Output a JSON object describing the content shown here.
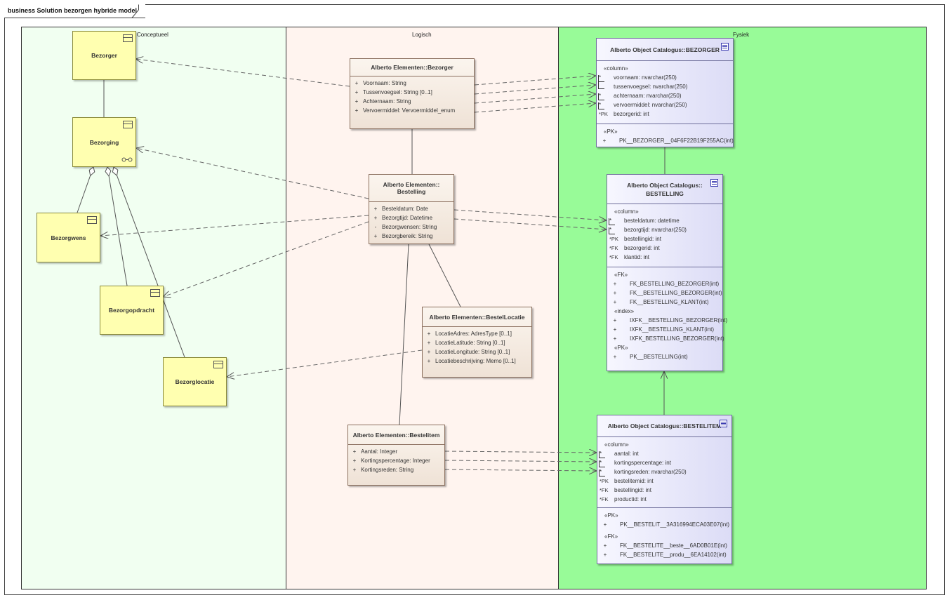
{
  "diagram": {
    "title": "business Solution bezorgen hybride model"
  },
  "lanes": {
    "conceptueel": "Conceptueel",
    "logisch": "Logisch",
    "fysiek": "Fysiek"
  },
  "concepts": {
    "bezorger": "Bezorger",
    "bezorging": "Bezorging",
    "bezorgwens": "Bezorgwens",
    "bezorgopdracht": "Bezorgopdracht",
    "bezorglocatie": "Bezorglocatie"
  },
  "logical": {
    "bezorger": {
      "title": "Alberto Elementen::Bezorger",
      "attributes": [
        {
          "vis": "+",
          "text": "Voornaam: String"
        },
        {
          "vis": "+",
          "text": "Tussenvoegsel: String [0..1]"
        },
        {
          "vis": "+",
          "text": "Achternaam: String"
        },
        {
          "vis": "+",
          "text": "Vervoermiddel: Vervoermiddel_enum"
        }
      ]
    },
    "bestelling": {
      "title_line1": "Alberto Elementen::",
      "title_line2": "Bestelling",
      "attributes": [
        {
          "vis": "+",
          "text": "Besteldatum: Date"
        },
        {
          "vis": "+",
          "text": "Bezorgtijd: Datetime"
        },
        {
          "vis": "-",
          "text": "Bezorgwensen: String"
        },
        {
          "vis": "+",
          "text": "Bezorgbereik: String"
        }
      ]
    },
    "bestellocatie": {
      "title": "Alberto Elementen::BestelLocatie",
      "attributes": [
        {
          "vis": "+",
          "text": "LocatieAdres: AdresType [0..1]"
        },
        {
          "vis": "+",
          "text": "LocatieLatitude: String [0..1]"
        },
        {
          "vis": "+",
          "text": "LocatieLongitude: String [0..1]"
        },
        {
          "vis": "+",
          "text": "Locatiebeschrijving: Memo [0..1]"
        }
      ]
    },
    "bestelitem": {
      "title": "Alberto Elementen::Bestelitem",
      "attributes": [
        {
          "vis": "+",
          "text": "Aantal: Integer"
        },
        {
          "vis": "+",
          "text": "Kortingspercentage: Integer"
        },
        {
          "vis": "+",
          "text": "Kortingsreden: String"
        }
      ]
    }
  },
  "physical": {
    "bezorger": {
      "title": "Alberto Object Catalogus::BEZORGER",
      "column_stereo": "«column»",
      "columns": [
        {
          "pre": "*",
          "text": "voornaam: nvarchar(250)"
        },
        {
          "pre": "",
          "text": "tussenvoegsel: nvarchar(250)"
        },
        {
          "pre": "*",
          "text": "achternaam: nvarchar(250)"
        },
        {
          "pre": "*",
          "text": "vervoermiddel: nvarchar(250)"
        },
        {
          "pre": "*PK",
          "text": "bezorgerid: int"
        }
      ],
      "pk_stereo": "«PK»",
      "pk": [
        {
          "pre": "+",
          "text": "PK__BEZORGER__04F6F22B19F255AC(int)"
        }
      ]
    },
    "bestelling": {
      "title_line1": "Alberto Object Catalogus::",
      "title_line2": "BESTELLING",
      "column_stereo": "«column»",
      "columns": [
        {
          "pre": "*",
          "text": "besteldatum: datetime"
        },
        {
          "pre": "*",
          "text": "bezorgtijd: nvarchar(250)"
        },
        {
          "pre": "*PK",
          "text": "bestellingid: int"
        },
        {
          "pre": "*FK",
          "text": "bezorgerid: int"
        },
        {
          "pre": "*FK",
          "text": "klantid: int"
        }
      ],
      "fk_stereo": "«FK»",
      "fk": [
        {
          "pre": "+",
          "text": "FK_BESTELLING_BEZORGER(int)"
        },
        {
          "pre": "+",
          "text": "FK__BESTELLING_BEZORGER(int)"
        },
        {
          "pre": "+",
          "text": "FK__BESTELLING_KLANT(int)"
        }
      ],
      "index_stereo": "«index»",
      "index": [
        {
          "pre": "+",
          "text": "IXFK__BESTELLING_BEZORGER(int)"
        },
        {
          "pre": "+",
          "text": "IXFK__BESTELLING_KLANT(int)"
        },
        {
          "pre": "+",
          "text": "IXFK_BESTELLING_BEZORGER(int)"
        }
      ],
      "pk_stereo": "«PK»",
      "pk": [
        {
          "pre": "+",
          "text": "PK__BESTELLING(int)"
        }
      ]
    },
    "bestelitem": {
      "title": "Alberto Object Catalogus::BESTELITEM",
      "column_stereo": "«column»",
      "columns": [
        {
          "pre": "*",
          "text": "aantal: int"
        },
        {
          "pre": "*",
          "text": "kortingspercentage: int"
        },
        {
          "pre": "*",
          "text": "kortingsreden: nvarchar(250)"
        },
        {
          "pre": "*PK",
          "text": "bestelitemid: int"
        },
        {
          "pre": "*FK",
          "text": "bestellingid: int"
        },
        {
          "pre": "*FK",
          "text": "productid: int"
        }
      ],
      "pk_stereo": "«PK»",
      "pk": [
        {
          "pre": "+",
          "text": "PK__BESTELIT__3A316994ECA03E07(int)"
        }
      ],
      "fk_stereo": "«FK»",
      "fk": [
        {
          "pre": "+",
          "text": "FK__BESTELITE__beste__6AD0B01E(int)"
        },
        {
          "pre": "+",
          "text": "FK__BESTELITE__produ__6EA14102(int)"
        }
      ]
    }
  }
}
